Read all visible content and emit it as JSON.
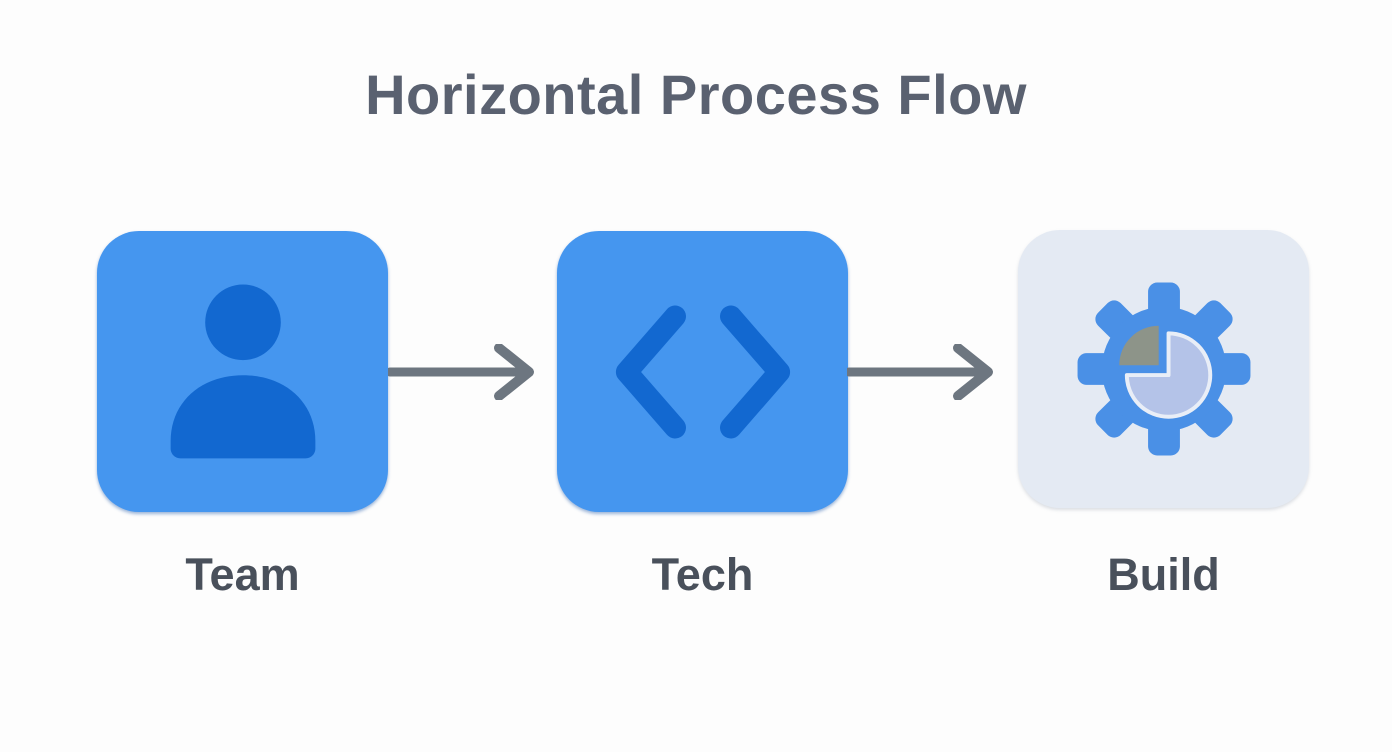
{
  "title": "Horizontal Process Flow",
  "flow": {
    "steps": [
      {
        "label": "Team",
        "icon": "person-icon"
      },
      {
        "label": "Tech",
        "icon": "code-icon"
      },
      {
        "label": "Build",
        "icon": "gear-pie-icon"
      }
    ],
    "connectors": [
      {
        "type": "arrow-right",
        "from": "Team",
        "to": "Tech"
      },
      {
        "type": "arrow-right",
        "from": "Tech",
        "to": "Build"
      }
    ]
  },
  "colors": {
    "background": "#fdfdfd",
    "title_text": "#5a6170",
    "label_text": "#49505b",
    "step_box_blue": "#4596ef",
    "step_box_gray": "#e4eaf3",
    "icon_dark_blue": "#1268d0",
    "gear_blue": "#4a90e6",
    "pie_fill": "#b4c3e8",
    "pie_rim": "#e9eef7",
    "pie_slice_gray": "#8d9489",
    "arrow_gray": "#6d7680"
  }
}
